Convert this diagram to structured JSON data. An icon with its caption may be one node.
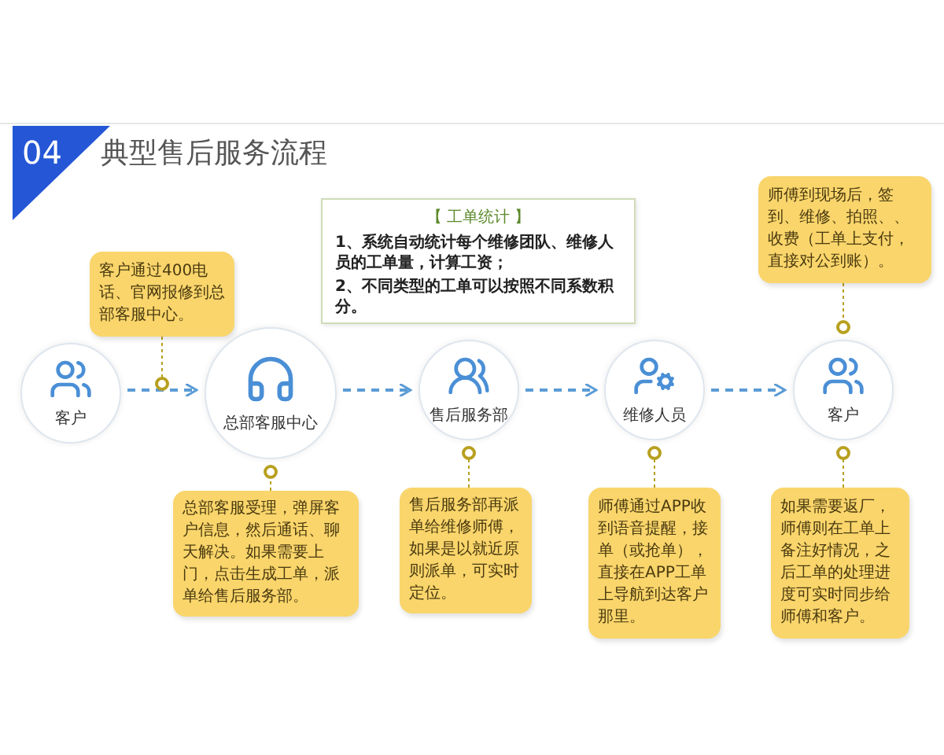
{
  "diagram": {
    "title": "典型售后服务流程",
    "nodes": [
      {
        "text": [
          "04"
        ]
      },
      {
        "text": [
          "客户通过400电话、官网报修到总部客服中心。"
        ]
      },
      {
        "text": [
          "【 工单统计 】",
          "1、系统自动统计每个维修团队、维修人员的工单量，计算工资；",
          "2、不同类型的工单可以按照不同系数积分。"
        ]
      },
      {
        "text": [
          "师傅到现场后，签到、维修、拍照、、收费（工单上支付，直接对公到账）。"
        ]
      },
      {
        "text": [
          "客户"
        ]
      },
      {
        "text": [
          "总部客服中心"
        ]
      },
      {
        "text": [
          "售后服务部"
        ]
      },
      {
        "text": [
          "维修人员"
        ]
      },
      {
        "text": [
          "客户"
        ]
      },
      {
        "text": [
          "总部客服受理，弹屏客户信息，然后通话、聊天解决。如果需要上门，点击生成工单，派单给售后服务部。"
        ]
      },
      {
        "text": [
          "售后服务部再派单给维修师傅，如果是以就近原则派单，可实时定位。"
        ]
      },
      {
        "text": [
          "师傅通过APP收到语音提醒，接单（或抢单），直接在APP工单上导航到达客户那里。"
        ]
      },
      {
        "text": [
          "如果需要返厂，师傅则在工单上备注好情况，之后工单的处理进度可实时同步给师傅和客户。"
        ]
      }
    ],
    "edges": [
      {
        "from": 4,
        "to": 5,
        "arrow": "to",
        "style": "dashed",
        "color": "#5b9bd5"
      },
      {
        "from": 5,
        "to": 6,
        "arrow": "to",
        "style": "dashed",
        "color": "#5b9bd5"
      },
      {
        "from": 6,
        "to": 7,
        "arrow": "to",
        "style": "dashed",
        "color": "#5b9bd5"
      },
      {
        "from": 7,
        "to": 8,
        "arrow": "to",
        "style": "dashed",
        "color": "#5b9bd5"
      },
      {
        "from": 1,
        "to": null,
        "arrow": "other",
        "style": "dashed"
      },
      {
        "from": 3,
        "to": 8,
        "arrow": "other",
        "style": "dashed"
      },
      {
        "from": 9,
        "to": 5,
        "arrow": "other",
        "style": "dashed"
      },
      {
        "from": 10,
        "to": 6,
        "arrow": "other",
        "style": "dashed"
      },
      {
        "from": 11,
        "to": 7,
        "arrow": "other",
        "style": "dashed"
      },
      {
        "from": 12,
        "to": 8,
        "arrow": "other",
        "style": "dashed"
      }
    ]
  }
}
